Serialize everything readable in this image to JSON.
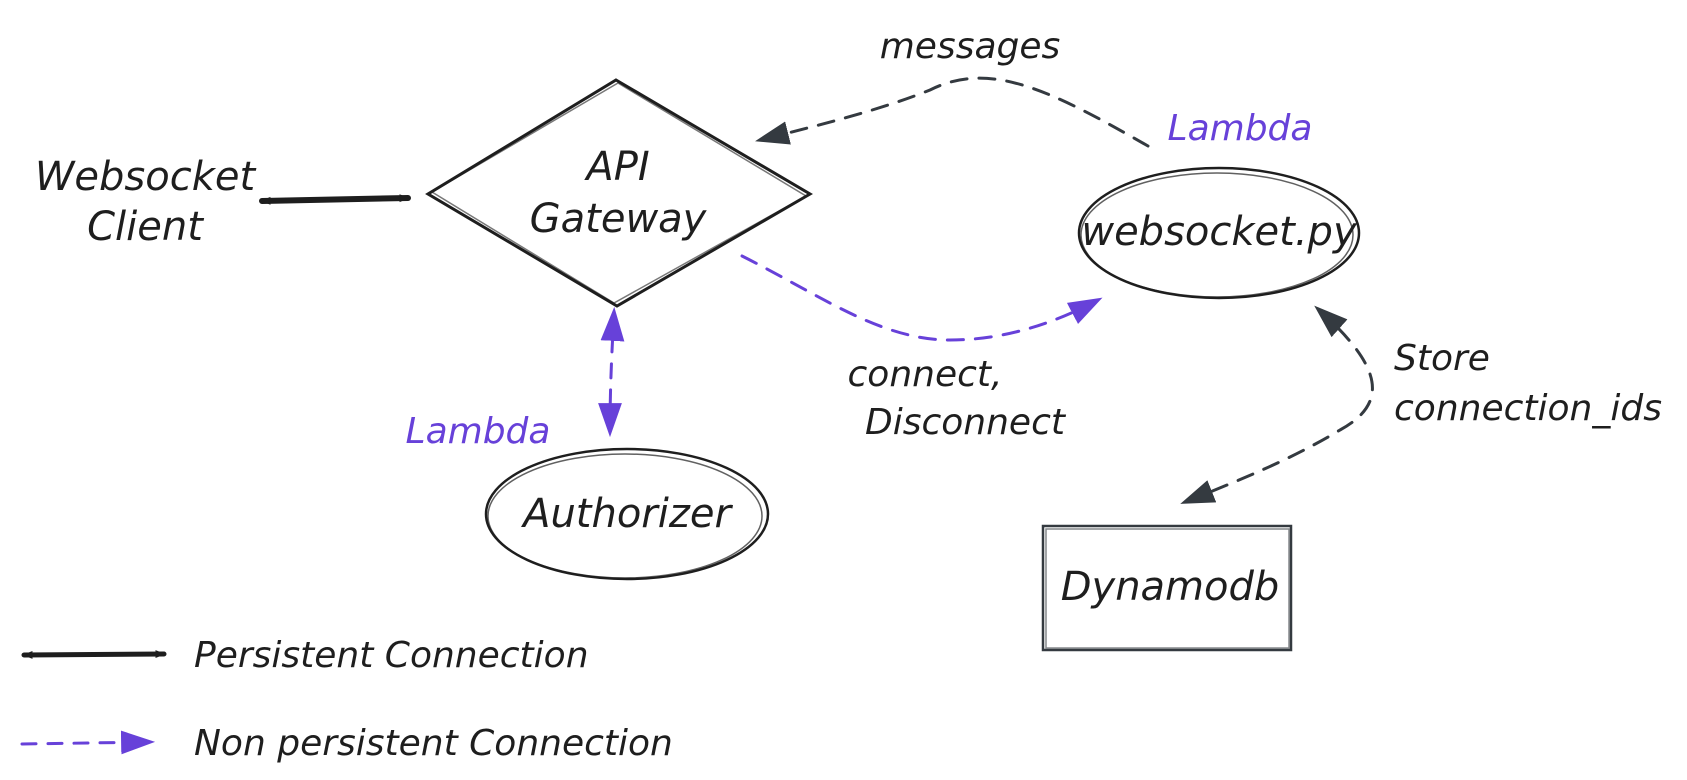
{
  "diagram": {
    "client_label_line1": "Websocket",
    "client_label_line2": "Client",
    "gateway_label_line1": "API",
    "gateway_label_line2": "Gateway",
    "websocket_label": "websocket.py",
    "websocket_tag": "Lambda",
    "authorizer_label": "Authorizer",
    "authorizer_tag": "Lambda",
    "dynamodb_label": "Dynamodb",
    "messages_label": "messages",
    "connect_label_line1": "connect,",
    "connect_label_line2": "Disconnect",
    "store_label_line1": "Store",
    "store_label_line2": "connection_ids"
  },
  "legend": {
    "persistent_label": "Persistent Connection",
    "non_persistent_label": "Non persistent Connection"
  },
  "colors": {
    "ink": "#1e1e1e",
    "grey_ink": "#343a40",
    "accent": "#6741d9",
    "background": "#ffffff"
  }
}
